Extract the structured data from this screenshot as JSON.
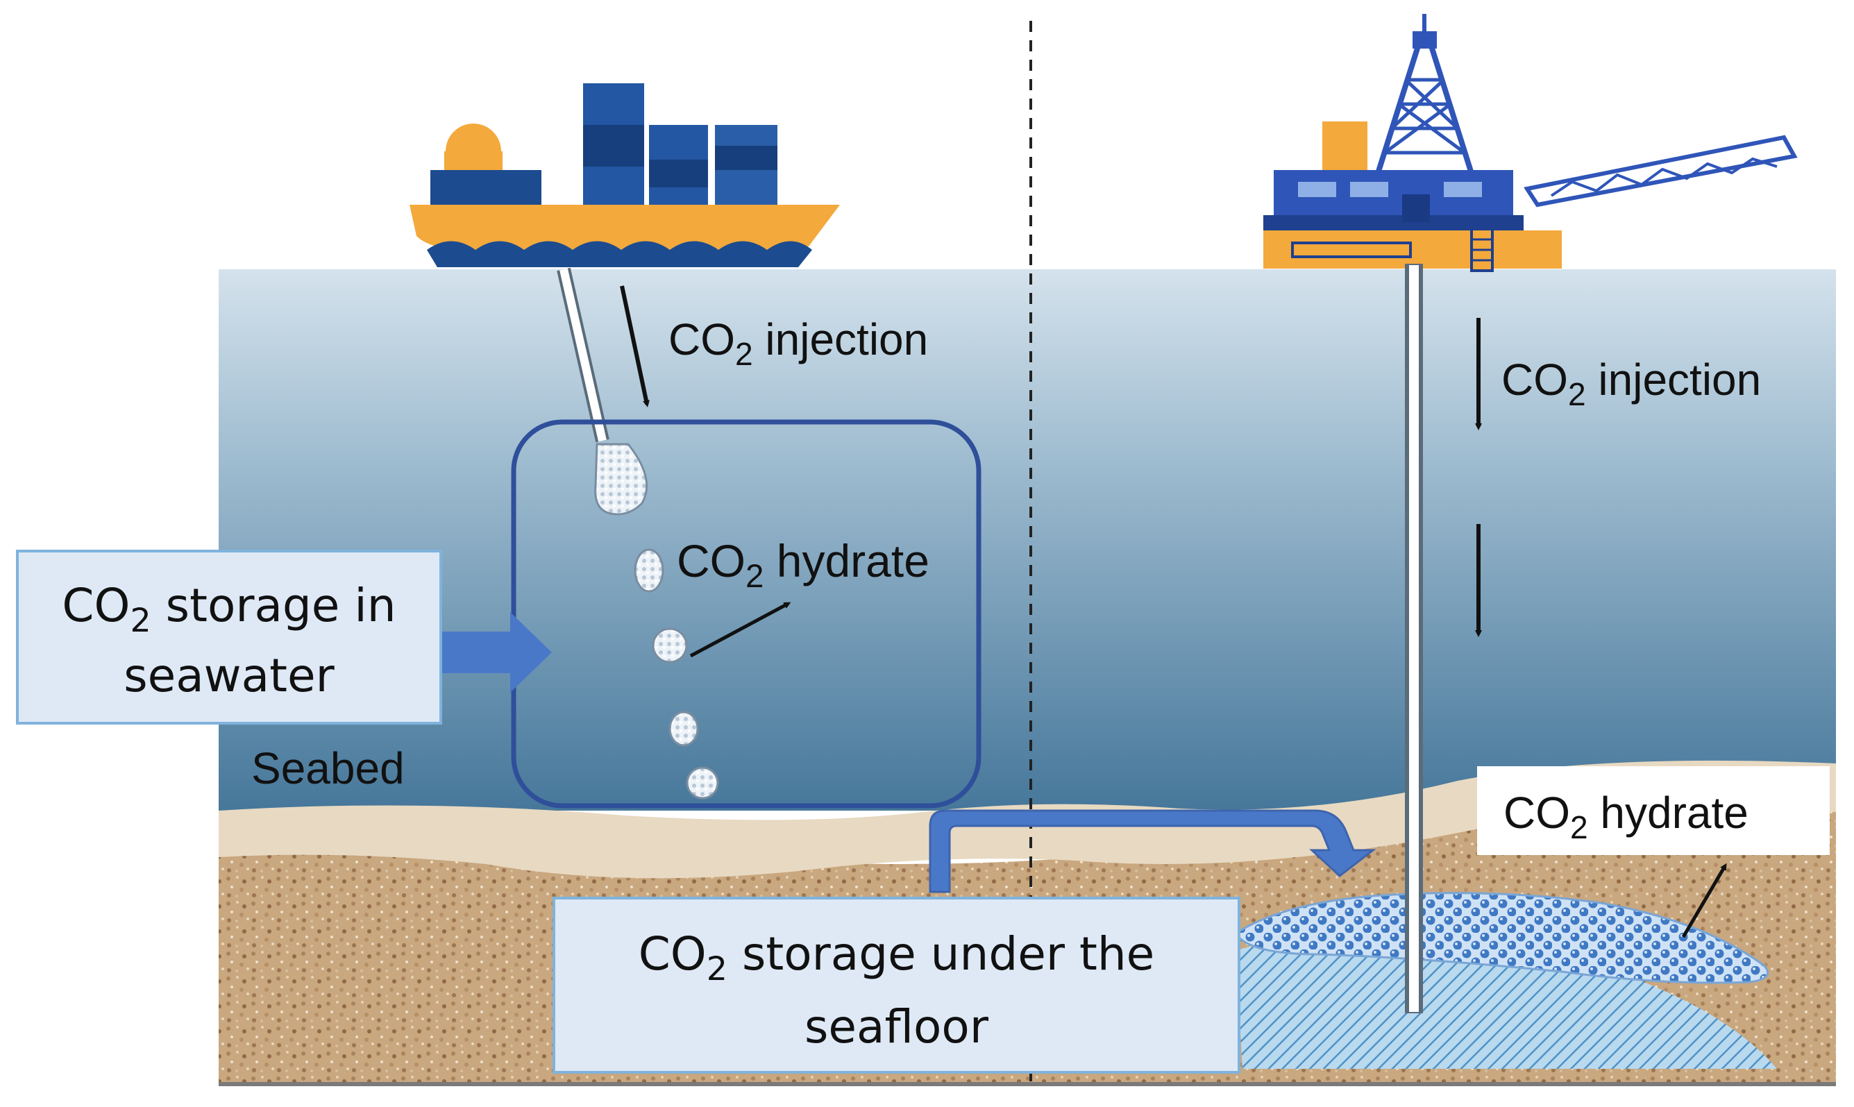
{
  "labels": {
    "co2_prefix": "CO",
    "co2_sub": "2",
    "injection_left": " injection",
    "injection_right": " injection",
    "hydrate_left": " hydrate",
    "hydrate_right": " hydrate",
    "seabed": "Seabed"
  },
  "boxes": {
    "seawater": {
      "line1_tail": " storage in",
      "line2": "seawater"
    },
    "seafloor": {
      "line1_tail": " storage under the",
      "line2": "seafloor"
    }
  },
  "colors": {
    "sea_top": "#cfdde8",
    "sea_bottom": "#4d7c9d",
    "sand": "#e6d6bf",
    "sediment": "#c7a47c",
    "ship_hull": "#f3a93b",
    "ship_containers": "#1d4b8f",
    "rig_blue": "#2f55b8",
    "box_fill": "#dfe9f6",
    "box_border": "#7fb3dc",
    "arrow_blue": "#4a78c8",
    "hydrate_blue": "#3f79c4"
  },
  "icons": [
    "cargo-ship-icon",
    "offshore-rig-icon"
  ]
}
